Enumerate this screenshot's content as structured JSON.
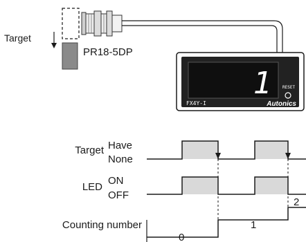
{
  "figure": {
    "target_label": "Target",
    "sensor_model": "PR18-5DP",
    "counter": {
      "digit": "1",
      "model_label": "FX4Y-I",
      "brand": "Autonics",
      "reset_label": "RESET"
    },
    "timing": {
      "target_row_label": "Target",
      "target_states": [
        "Have",
        "None"
      ],
      "led_row_label": "LED",
      "led_states": [
        "ON",
        "OFF"
      ],
      "count_row_label": "Counting number",
      "count_values": [
        "0",
        "1",
        "2"
      ]
    }
  },
  "colors": {
    "line": "#1a1a1a",
    "pulse_fill": "#d9d9d9",
    "target_block": "#8a8a8a",
    "counter_body": "#222222",
    "counter_window": "#0f0f0f"
  }
}
